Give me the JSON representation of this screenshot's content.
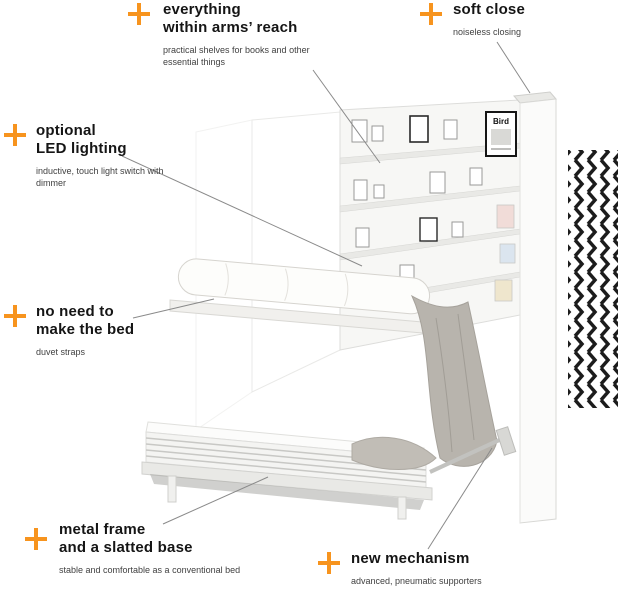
{
  "colors": {
    "accent": "#f7941e",
    "connector": "#8a8a8a",
    "pattern": "#1c1c1c"
  },
  "icons": {
    "plus_icon": "+"
  },
  "callouts": [
    {
      "title1": "everything",
      "title2": "within arms’ reach",
      "sub": "practical shelves for books and other essential things"
    },
    {
      "title1": "soft close",
      "sub": "noiseless closing"
    },
    {
      "title1": "optional",
      "title2": "LED lighting",
      "sub": "inductive, touch light switch with dimmer"
    },
    {
      "title1": "no need to",
      "title2": "make the bed",
      "sub": "duvet straps"
    },
    {
      "title1": "metal frame",
      "title2": "and a slatted base",
      "sub": "stable and comfortable as a conventional bed"
    },
    {
      "title1": "new mechanism",
      "sub": "advanced, pneumatic supporters"
    }
  ],
  "illustration": {
    "poster_label": "Bird"
  }
}
